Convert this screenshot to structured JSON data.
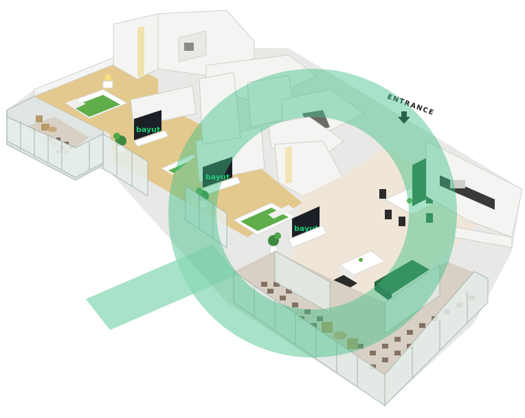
{
  "plan": {
    "entrance_label": "ENTRANCE",
    "tv_brand_text": "bayut",
    "watermark": "bayut magnifier logo",
    "colors": {
      "wall": "#f4f4f2",
      "wall_shade": "#dcdcd8",
      "wood_floor": "#e4c98e",
      "tile_floor": "#efe6d8",
      "checker_dark": "#6e5a4a",
      "checker_light": "#d8d0c4",
      "bed_green": "#5fae4a",
      "sofa_green": "#2f6e44",
      "glass": "#cfdcd6",
      "watermark_green": "#3dbf86",
      "tv_dark": "#1b1f26"
    },
    "icons": [
      "entrance-arrow-icon",
      "tv-icon",
      "plant-icon",
      "bed-icon",
      "sofa-icon",
      "dining-table-icon"
    ]
  }
}
